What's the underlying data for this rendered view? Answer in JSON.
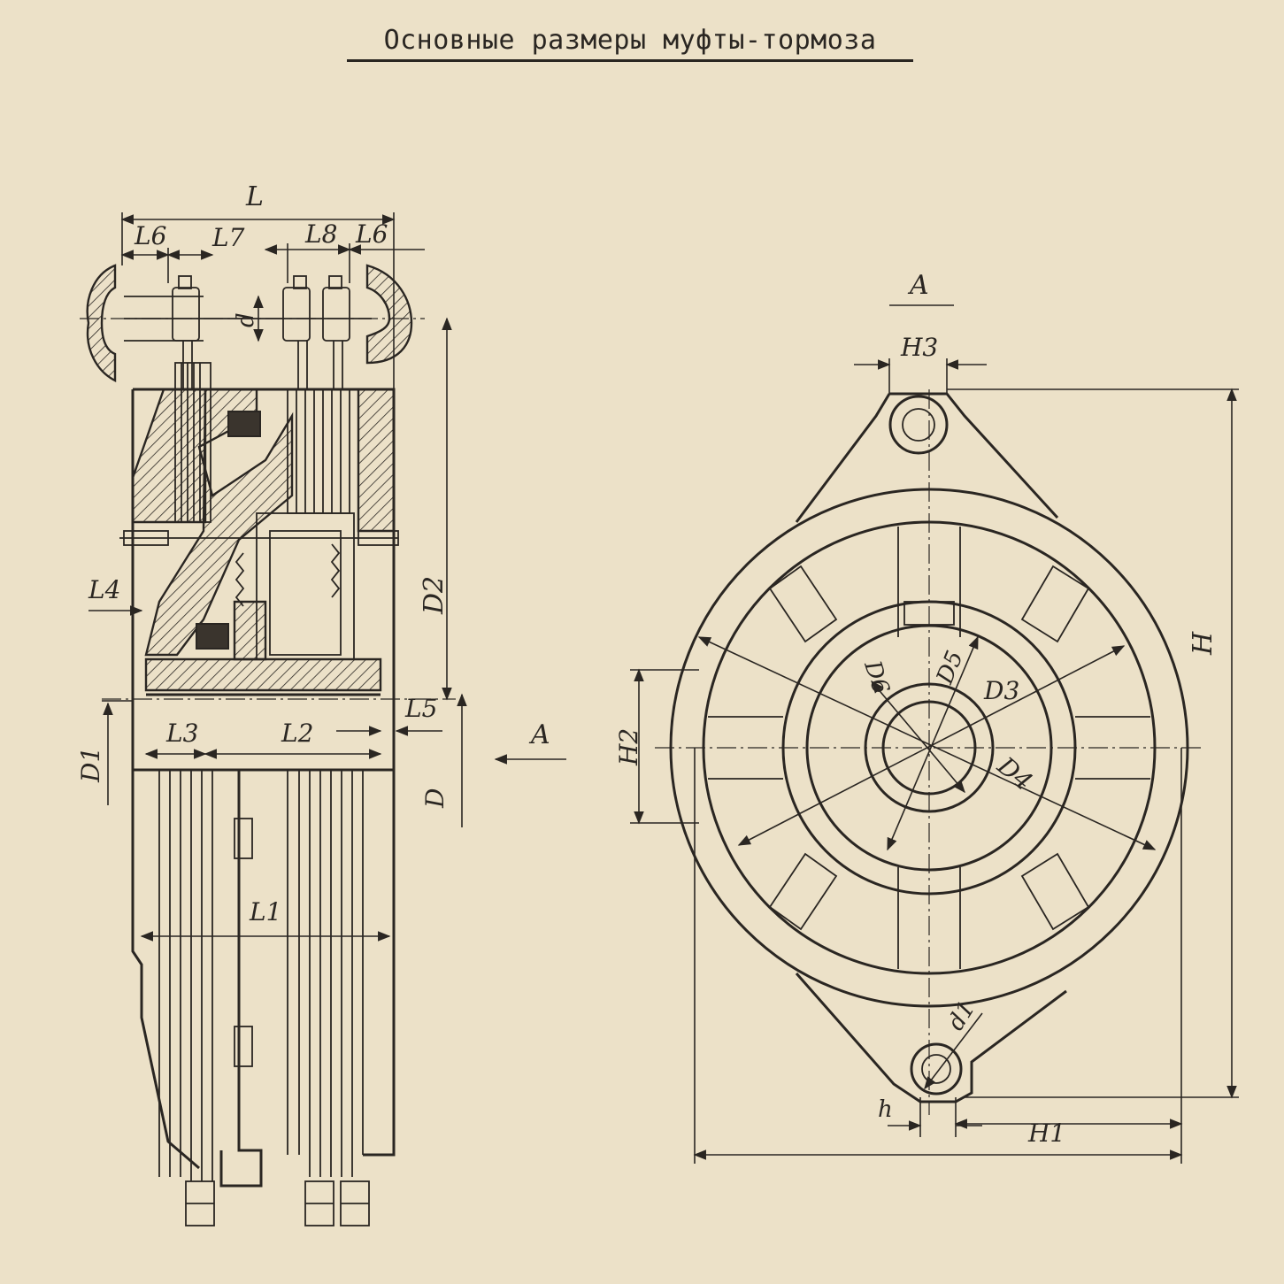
{
  "title": "Основные размеры муфты-тормоза",
  "view_label": "A",
  "arrow_label": "A",
  "dimensions": {
    "L": "L",
    "L1": "L1",
    "L2": "L2",
    "L3": "L3",
    "L4": "L4",
    "L5": "L5",
    "L6_left": "L6",
    "L6_right": "L6",
    "L7": "L7",
    "L8": "L8",
    "d": "d",
    "D": "D",
    "D1": "D1",
    "D2": "D2",
    "D3": "D3",
    "D4": "D4",
    "D5": "D5",
    "D6": "D6",
    "H": "H",
    "H1": "H1",
    "H2": "H2",
    "H3": "H3",
    "h": "h",
    "d1": "d1"
  },
  "colors": {
    "paper": "#ece1c8",
    "ink": "#2a2622"
  }
}
